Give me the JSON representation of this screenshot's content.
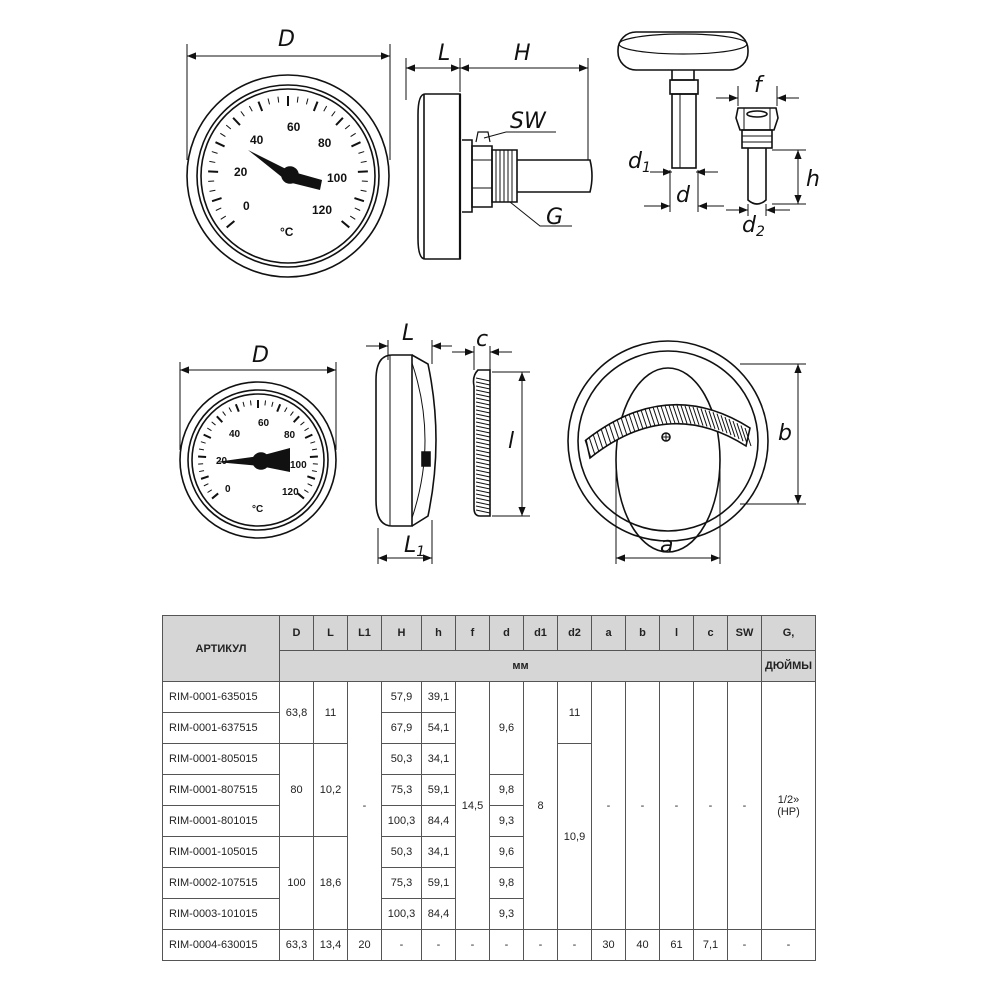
{
  "dims": {
    "top_D": "D",
    "top_L": "L",
    "top_H": "H",
    "SW": "SW",
    "G": "G",
    "f": "f",
    "d1": "d",
    "d1_sub": "1",
    "d": "d",
    "h": "h",
    "d2": "d",
    "d2_sub": "2",
    "bot_D": "D",
    "bot_L": "L",
    "c": "c",
    "l": "l",
    "L1": "L",
    "L1_sub": "1",
    "b": "b",
    "a": "a"
  },
  "gauge": {
    "scale": [
      "0",
      "20",
      "40",
      "60",
      "80",
      "100",
      "120"
    ],
    "unit": "°C"
  },
  "table": {
    "columns": [
      "АРТИКУЛ",
      "D",
      "L",
      "L1",
      "H",
      "h",
      "f",
      "d",
      "d1",
      "d2",
      "a",
      "b",
      "l",
      "c",
      "SW",
      "G,"
    ],
    "unit_mm": "мм",
    "unit_inch": "ДЮЙМЫ",
    "rows": [
      {
        "art": "RIM-0001-635015",
        "H": "57,9",
        "h": "39,1"
      },
      {
        "art": "RIM-0001-637515",
        "H": "67,9",
        "h": "54,1"
      },
      {
        "art": "RIM-0001-805015",
        "H": "50,3",
        "h": "34,1"
      },
      {
        "art": "RIM-0001-807515",
        "H": "75,3",
        "h": "59,1"
      },
      {
        "art": "RIM-0001-801015",
        "H": "100,3",
        "h": "84,4"
      },
      {
        "art": "RIM-0001-105015",
        "H": "50,3",
        "h": "34,1"
      },
      {
        "art": "RIM-0002-107515",
        "H": "75,3",
        "h": "59,1"
      },
      {
        "art": "RIM-0003-101015",
        "H": "100,3",
        "h": "84,4"
      }
    ],
    "group1": {
      "D": "63,8",
      "L": "11",
      "d": "9,6",
      "d2": "11"
    },
    "group2": {
      "D": "80",
      "L": "10,2",
      "d_a": "9,8",
      "d_b": "9,3"
    },
    "group3": {
      "D": "100",
      "L": "18,6",
      "d_a": "9,6",
      "d_b": "9,8",
      "d_c": "9,3"
    },
    "merged": {
      "L1": "-",
      "f": "14,5",
      "d1": "8",
      "d2": "10,9",
      "a": "-",
      "b": "-",
      "l": "-",
      "c": "-",
      "SW": "-",
      "G_line1": "1/2»",
      "G_line2": "(НР)"
    },
    "last": {
      "art": "RIM-0004-630015",
      "D": "63,3",
      "L": "13,4",
      "L1": "20",
      "H": "-",
      "h": "-",
      "f": "-",
      "d": "-",
      "d1": "-",
      "d2": "-",
      "a": "30",
      "b": "40",
      "l": "61",
      "c": "7,1",
      "SW": "-",
      "G": "-"
    }
  }
}
